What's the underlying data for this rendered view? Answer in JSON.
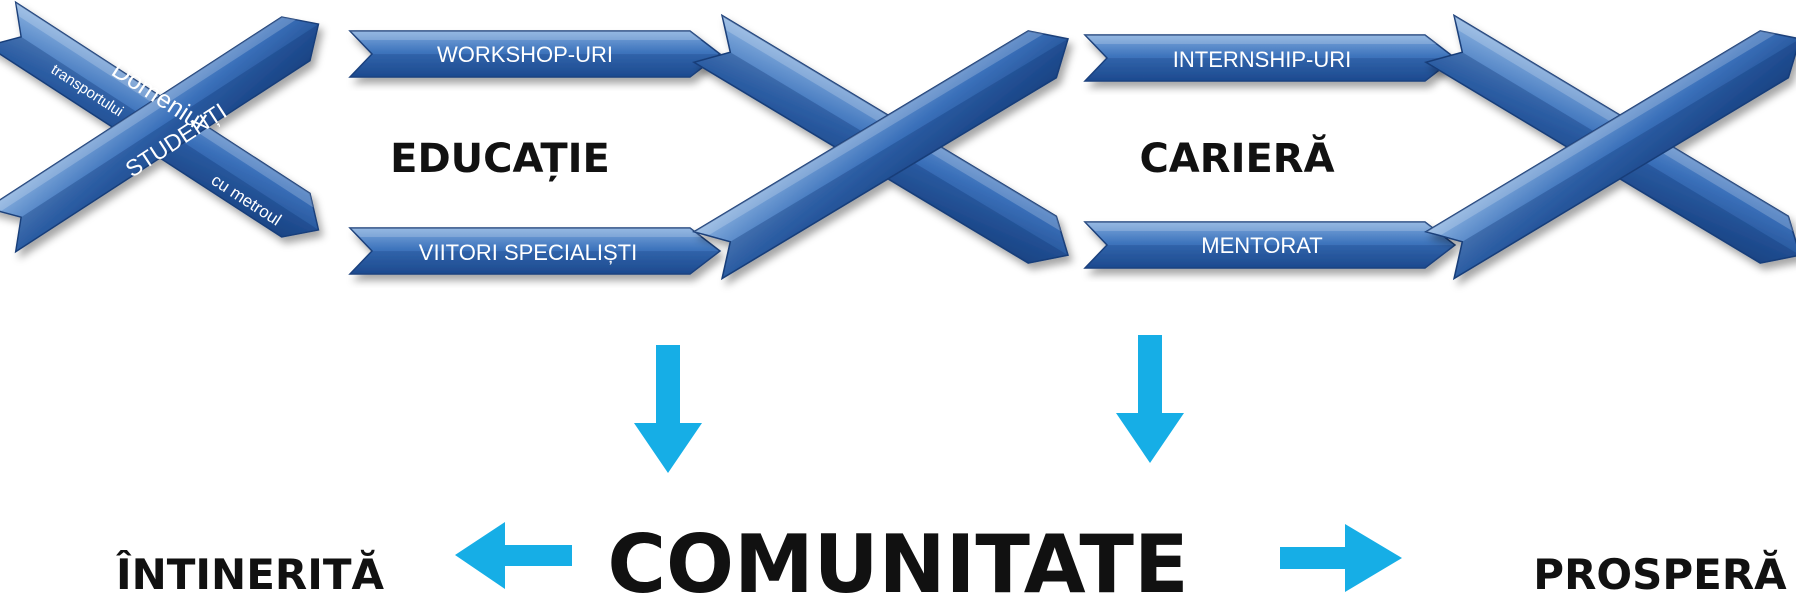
{
  "colors": {
    "ribbon_light": "#6f9fd6",
    "ribbon_mid": "#3f75bd",
    "ribbon_dark": "#1d4a8f",
    "arrow": "#16aee6",
    "heading": "#111111"
  },
  "stage1": {
    "cross_band_a": "Domeniul",
    "cross_band_a_sub": "transportului",
    "cross_band_b": "STUDENȚI",
    "cross_band_b_sub": "cu metroul"
  },
  "stage2": {
    "top_ribbon": "WORKSHOP-URI",
    "title": "EDUCAȚIE",
    "bottom_ribbon": "VIITORI SPECIALIȘTI"
  },
  "stage4": {
    "top_ribbon": "INTERNSHIP-URI",
    "title": "CARIERĂ",
    "bottom_ribbon": "MENTORAT"
  },
  "bottom": {
    "left_word": "ÎNTINERITĂ",
    "center_word": "COMUNITATE",
    "right_word": "PROSPERĂ"
  },
  "icons": {
    "cross": "x-cross-ribbon-icon",
    "down_arrow": "down-arrow-icon",
    "left_arrow": "left-arrow-icon",
    "right_arrow": "right-arrow-icon"
  }
}
